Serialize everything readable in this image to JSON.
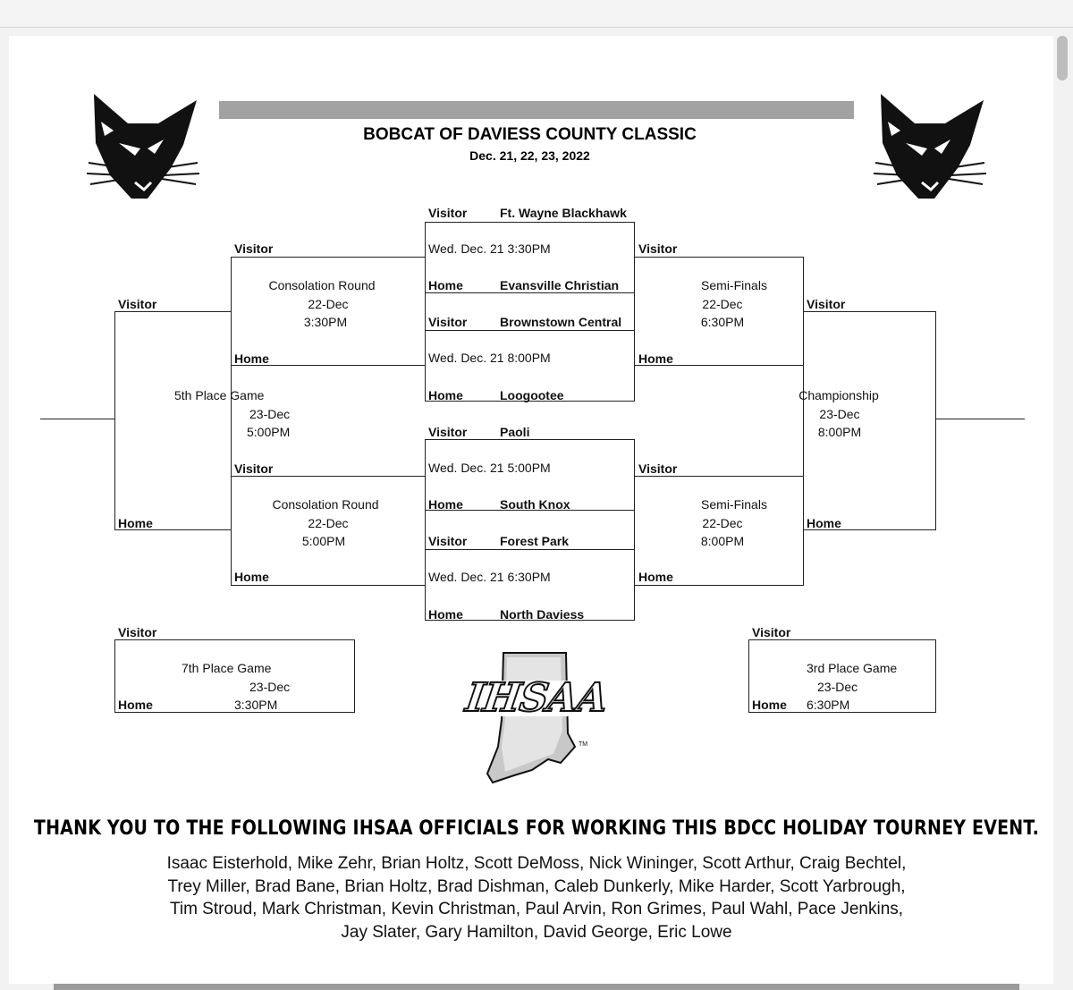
{
  "header": {
    "title": "BOBCAT OF DAVIESS COUNTY CLASSIC",
    "dates": "Dec. 21, 22, 23, 2022"
  },
  "labels": {
    "visitor": "Visitor",
    "home": "Home"
  },
  "first_round": [
    {
      "visitor_team": "Ft. Wayne Blackhawk",
      "home_team": "Evansville Christian",
      "time": "Wed. Dec. 21 3:30PM"
    },
    {
      "visitor_team": "Brownstown Central",
      "home_team": "Loogootee",
      "time": "Wed. Dec. 21 8:00PM"
    },
    {
      "visitor_team": "Paoli",
      "home_team": "South Knox",
      "time": "Wed. Dec. 21  5:00PM"
    },
    {
      "visitor_team": "Forest Park",
      "home_team": "North Daviess",
      "time": "Wed. Dec. 21  6:30PM"
    }
  ],
  "consolation_top": {
    "name": "Consolation Round",
    "date": "22-Dec",
    "time": "3:30PM"
  },
  "consolation_bottom": {
    "name": "Consolation Round",
    "date": "22-Dec",
    "time": "5:00PM"
  },
  "fifth_place": {
    "name": "5th Place Game",
    "date": "23-Dec",
    "time": "5:00PM"
  },
  "semis_top": {
    "name": "Semi-Finals",
    "date": "22-Dec",
    "time": "6:30PM"
  },
  "semis_bottom": {
    "name": "Semi-Finals",
    "date": "22-Dec",
    "time": "8:00PM"
  },
  "championship": {
    "name": "Championship",
    "date": "23-Dec",
    "time": "8:00PM"
  },
  "seventh_place": {
    "name": "7th Place Game",
    "date": "23-Dec",
    "time": "3:30PM"
  },
  "third_place": {
    "name": "3rd Place Game",
    "date": "23-Dec",
    "time": "6:30PM"
  },
  "logo": {
    "text": "IHSAA",
    "tm": "TM"
  },
  "officials": {
    "heading": "THANK YOU TO THE FOLLOWING IHSAA OFFICIALS FOR WORKING THIS BDCC HOLIDAY TOURNEY EVENT.",
    "lines": [
      "Isaac Eisterhold, Mike Zehr, Brian Holtz, Scott DeMoss, Nick Wininger, Scott Arthur, Craig Bechtel,",
      "Trey Miller, Brad Bane, Brian Holtz, Brad Dishman, Caleb Dunkerly, Mike Harder, Scott Yarbrough,",
      "Tim Stroud, Mark Christman, Kevin Christman, Paul Arvin, Ron Grimes, Paul Wahl, Pace Jenkins,",
      "Jay Slater, Gary Hamilton, David George, Eric Lowe"
    ]
  }
}
